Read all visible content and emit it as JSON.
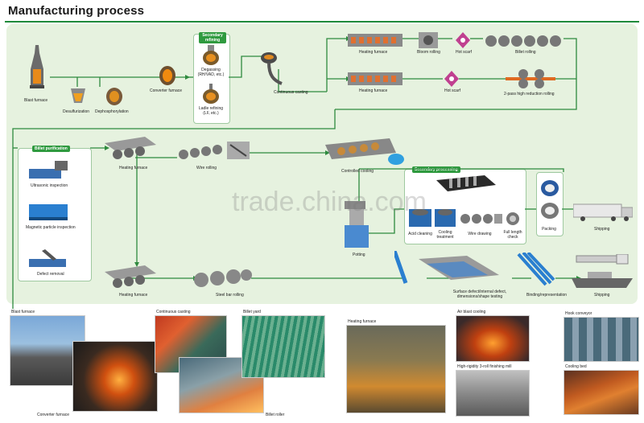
{
  "page": {
    "title": "Manufacturing process"
  },
  "panels": {
    "secondary_refining": "Secondary refining",
    "billet_purification": "Billet purification",
    "secondary_processing": "Secondary processing"
  },
  "steps": {
    "blast_furnace": "Blast furnace",
    "desulfurization": "Desulfurization",
    "dephosphorylation": "Dephosphorylation",
    "converter_furnace": "Converter furnace",
    "degassing": "Degassing\n(RH/VAD, etc.)",
    "ladle_refining": "Ladle refining\n(LF, etc.)",
    "continuous_casting": "Continuous casting",
    "heating_furnace_a": "Heating furnace",
    "bloom_rolling": "Bloom rolling",
    "hot_scarf_a": "Hot scarf",
    "billet_rolling": "Billet rolling",
    "heating_furnace_b": "Heating furnace",
    "hot_scarf_b": "Hot scarf",
    "two_pass": "2-pass high reduction rolling",
    "ultrasonic": "Ultrasonic inspection",
    "magnetic": "Magnetic particle inspection",
    "defect_removal": "Defect removal",
    "heating_furnace_c": "Heating furnace",
    "wire_rolling": "Wire rolling",
    "controlled_cooling": "Controlled cooling",
    "acid_cleaning": "Acid cleaning",
    "cooling_treatment": "Cooling\ntreatment",
    "wire_drawing": "Wire drawing",
    "full_length_check": "Full length\ncheck",
    "packing": "Packing",
    "shipping_a": "Shipping",
    "potting": "Potting",
    "heating_furnace_d": "Heating furnace",
    "steel_bar_rolling": "Steel bar rolling",
    "surface_defect": "Surface defect/internal defect,\ndimensions/shape testing",
    "binding": "Binding/representation",
    "shipping_b": "Shipping"
  },
  "photos": {
    "blast_furnace": "Blast furnace",
    "converter_furnace": "Converter furnace",
    "continuous_casting": "Continuous casting",
    "billet_yard": "Billet yard",
    "billet_roller": "Billet roller",
    "heating_furnace": "Heating furnace",
    "air_blast_cooling": "Air blast cooling",
    "finishing_mill": "High-rigidity 3-roll finishing mill",
    "hook_conveyor": "Hook conveyor",
    "cooling_bed": "Cooling bed"
  },
  "watermark": "trade.china.com",
  "colors": {
    "accent": "#2f9a3f",
    "flow_bg": "#e6f2df",
    "line": "#2e8a3e"
  }
}
